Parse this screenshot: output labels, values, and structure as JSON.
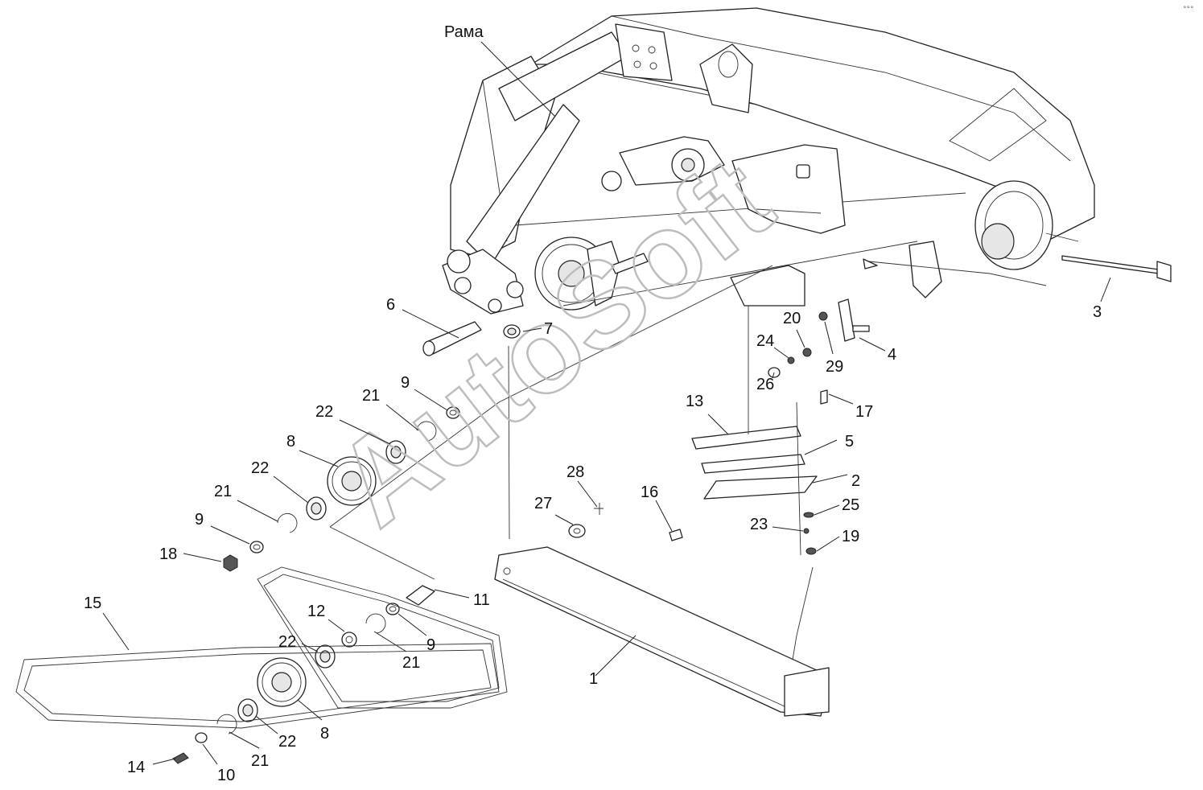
{
  "watermark": "AutoSoft",
  "corner_mark": "°°°",
  "labels": {
    "frame": "Рама",
    "n1": "1",
    "n2": "2",
    "n3": "3",
    "n4": "4",
    "n5": "5",
    "n6": "6",
    "n7": "7",
    "n8a": "8",
    "n8b": "8",
    "n9a": "9",
    "n9b": "9",
    "n9c": "9",
    "n10": "10",
    "n11": "11",
    "n12": "12",
    "n13": "13",
    "n14": "14",
    "n15": "15",
    "n16": "16",
    "n17": "17",
    "n18": "18",
    "n19": "19",
    "n20": "20",
    "n21a": "21",
    "n21b": "21",
    "n21c": "21",
    "n21d": "21",
    "n22a": "22",
    "n22b": "22",
    "n22c": "22",
    "n22d": "22",
    "n23": "23",
    "n24": "24",
    "n25": "25",
    "n26": "26",
    "n27": "27",
    "n28": "28",
    "n29": "29"
  }
}
